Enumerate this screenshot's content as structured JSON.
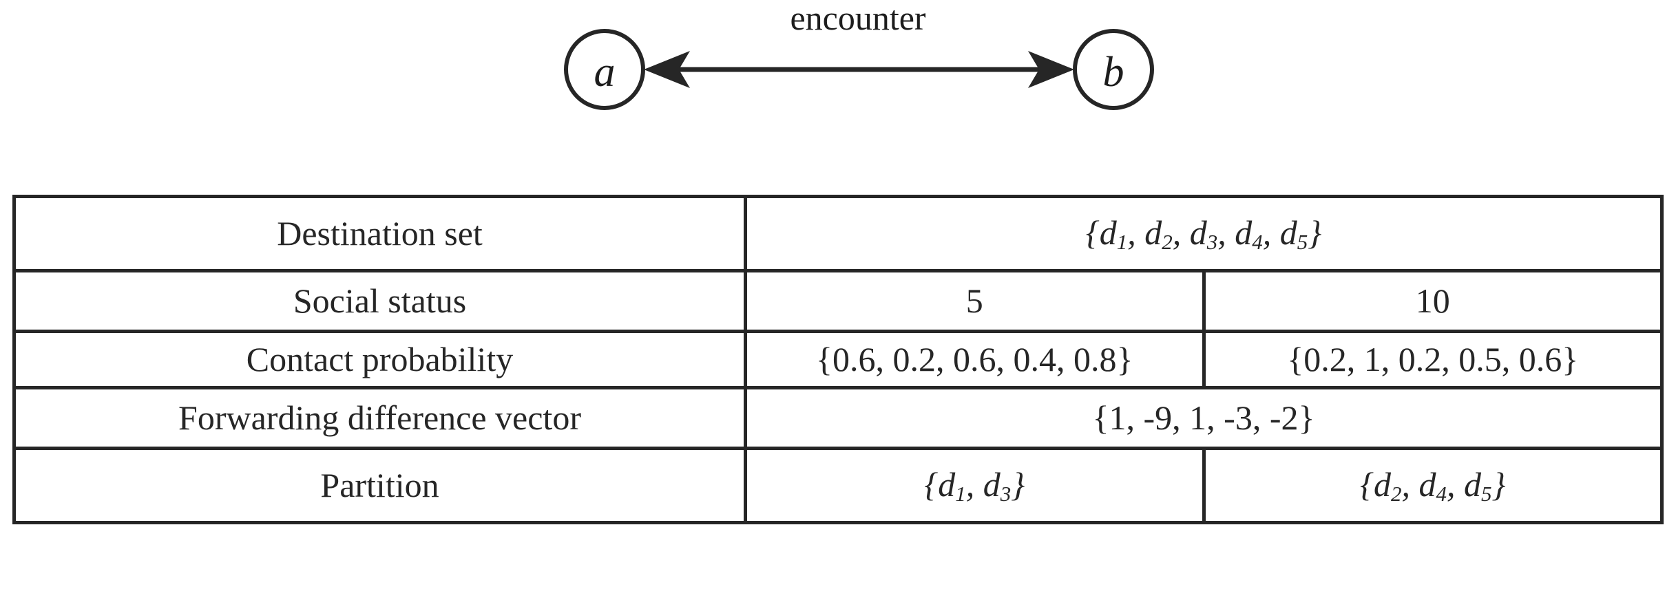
{
  "diagram": {
    "nodes": [
      {
        "id": "a",
        "label": "a"
      },
      {
        "id": "b",
        "label": "b"
      }
    ],
    "edge": {
      "label": "encounter",
      "direction": "bidirectional",
      "from": "a",
      "to": "b"
    },
    "stroke_color": "#262626"
  },
  "table": {
    "rows": [
      {
        "label": "Destination set",
        "span": true,
        "values": [
          "{d1, d2, d3, d4, d5}"
        ]
      },
      {
        "label": "Social status",
        "span": false,
        "values": [
          "5",
          "10"
        ]
      },
      {
        "label": "Contact probability",
        "span": false,
        "values": [
          "{0.6, 0.2, 0.6, 0.4, 0.8}",
          "{0.2, 1, 0.2, 0.5, 0.6}"
        ]
      },
      {
        "label": "Forwarding difference vector",
        "span": true,
        "values": [
          "{1, -9, 1, -3, -2}"
        ]
      },
      {
        "label": "Partition",
        "span": false,
        "values": [
          "{d1, d3}",
          "{d2, d4, d5}"
        ]
      }
    ]
  }
}
